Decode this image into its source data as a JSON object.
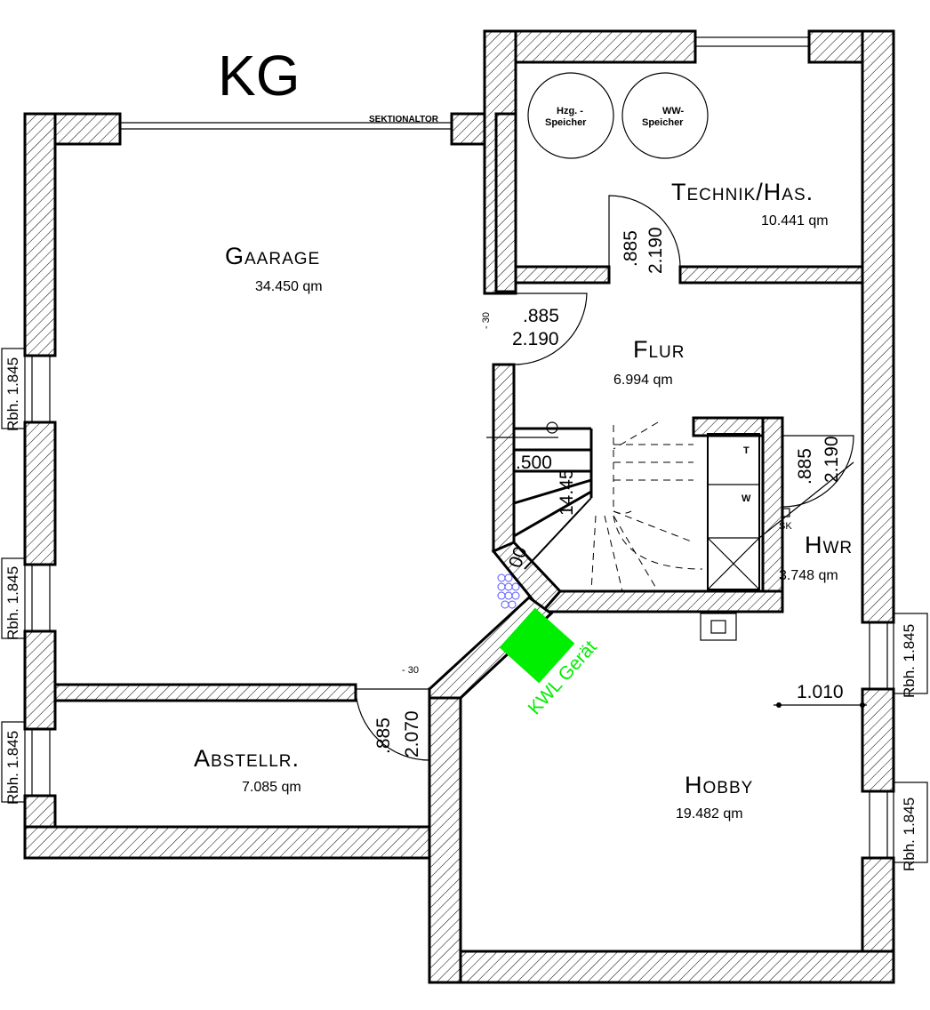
{
  "title": "KG",
  "rooms": {
    "garage": {
      "name": "Gaarage",
      "area": "34.450 qm"
    },
    "technik": {
      "name": "Technik/Has.",
      "area": "10.441 qm"
    },
    "flur": {
      "name": "Flur",
      "area": "6.994 qm"
    },
    "hwr": {
      "name": "Hwr",
      "area": "3.748 qm"
    },
    "abstell": {
      "name": "Abstellr.",
      "area": "7.085 qm"
    },
    "hobby": {
      "name": "Hobby",
      "area": "19.482 qm"
    }
  },
  "labels": {
    "sektionaltor": "Sektionaltor",
    "hzg_1": "Hzg. -",
    "hzg_2": "Speicher",
    "ww_1": "WW-",
    "ww_2": "Speicher",
    "kwl": "KWL Gerät",
    "sk": "SK",
    "t": "T",
    "w": "W",
    "stair_500": ".500",
    "stair_445": "14.45",
    "stair_00": "00"
  },
  "dimensions": {
    "tech_door_w": ".885",
    "tech_door_h": "2.190",
    "flur_door_w": ".885",
    "flur_door_h": "2.190",
    "flur_offset": "- 30",
    "hwr_door_w": ".885",
    "hwr_door_h": "2.190",
    "abstell_door_w": ".885",
    "abstell_door_h": "2.070",
    "abstell_offset": "- 30",
    "hobby_width": "1.010",
    "rbh": [
      "Rbh. 1.845",
      "Rbh. 1.845",
      "Rbh. 1.845",
      "Rbh. 1.845",
      "Rbh. 1.845"
    ]
  },
  "colors": {
    "kwl": "#00ee00",
    "pipes": "#5555ff"
  }
}
